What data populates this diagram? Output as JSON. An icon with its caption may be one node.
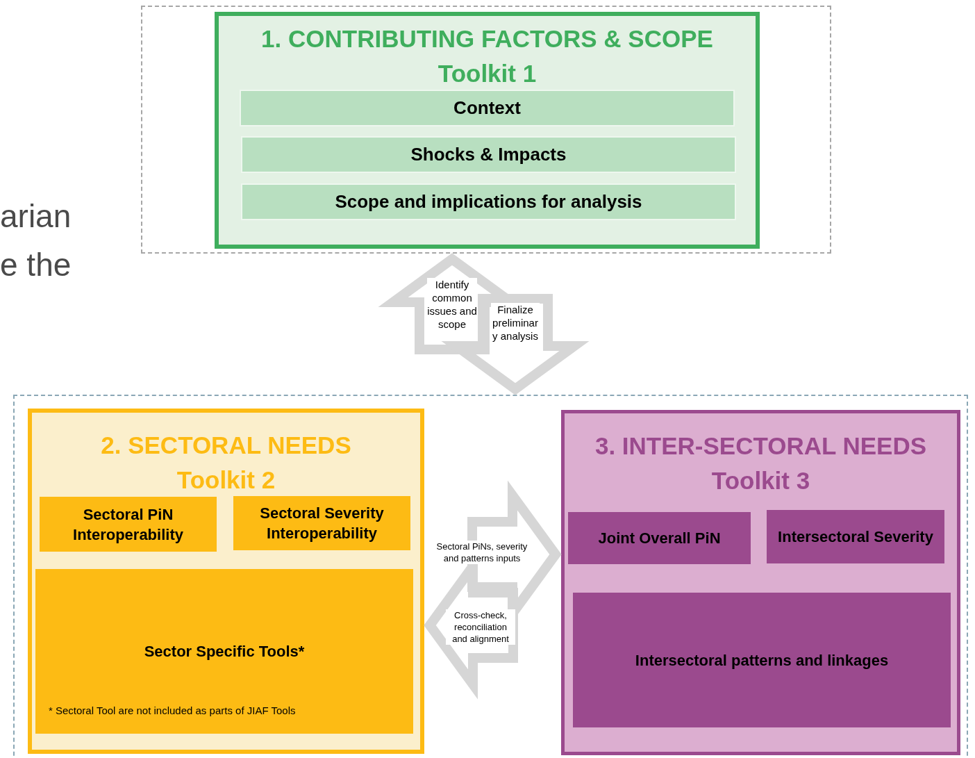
{
  "diagram": {
    "nodes": [
      {
        "text": [],
        "shape": "box"
      },
      {
        "text": [
          "1. CONTRIBUTING FACTORS & SCOPE",
          "Toolkit 1"
        ],
        "in": 0
      },
      {
        "text": [
          "Context"
        ],
        "in": 1
      },
      {
        "text": [
          "Shocks & Impacts"
        ],
        "in": 1
      },
      {
        "text": [
          "Scope and implications for analysis"
        ],
        "in": 1
      },
      {
        "text": [],
        "shape": "box"
      },
      {
        "text": [
          "2. SECTORAL NEEDS",
          "Toolkit 2"
        ],
        "in": 5
      },
      {
        "text": [
          "Sectoral PiN Interoperability"
        ],
        "in": 6
      },
      {
        "text": [
          "Sectoral Severity Interoperability"
        ],
        "in": 6
      },
      {
        "text": [
          "Sector Specific Tools*",
          "* Sectoral Tool are not included as parts of JIAF Tools"
        ],
        "in": 6
      },
      {
        "text": [
          "3. INTER-SECTORAL NEEDS",
          "Toolkit 3"
        ],
        "in": 5
      },
      {
        "text": [
          "Joint Overall PiN"
        ],
        "in": 10
      },
      {
        "text": [
          "Intersectoral Severity"
        ],
        "in": 10
      },
      {
        "text": [
          "Intersectoral patterns and linkages"
        ],
        "in": 10
      }
    ],
    "edges": [
      {
        "from": 5,
        "to": 0,
        "arrow": "to",
        "label": "Identify common issues and scope",
        "style": "thick",
        "color": "#d6d6d6"
      },
      {
        "from": 0,
        "to": 5,
        "arrow": "to",
        "label": "Finalize preliminary analysis",
        "style": "thick",
        "color": "#d6d6d6"
      },
      {
        "from": 6,
        "to": 10,
        "arrow": "to",
        "label": "Sectoral PiNs, severity and patterns inputs",
        "style": "thick",
        "color": "#d6d6d6"
      },
      {
        "from": 10,
        "to": 6,
        "arrow": "to",
        "label": "Cross-check, reconciliation and alignment",
        "style": "thick",
        "color": "#d6d6d6"
      }
    ],
    "labels": [
      "arian",
      "e the"
    ]
  }
}
